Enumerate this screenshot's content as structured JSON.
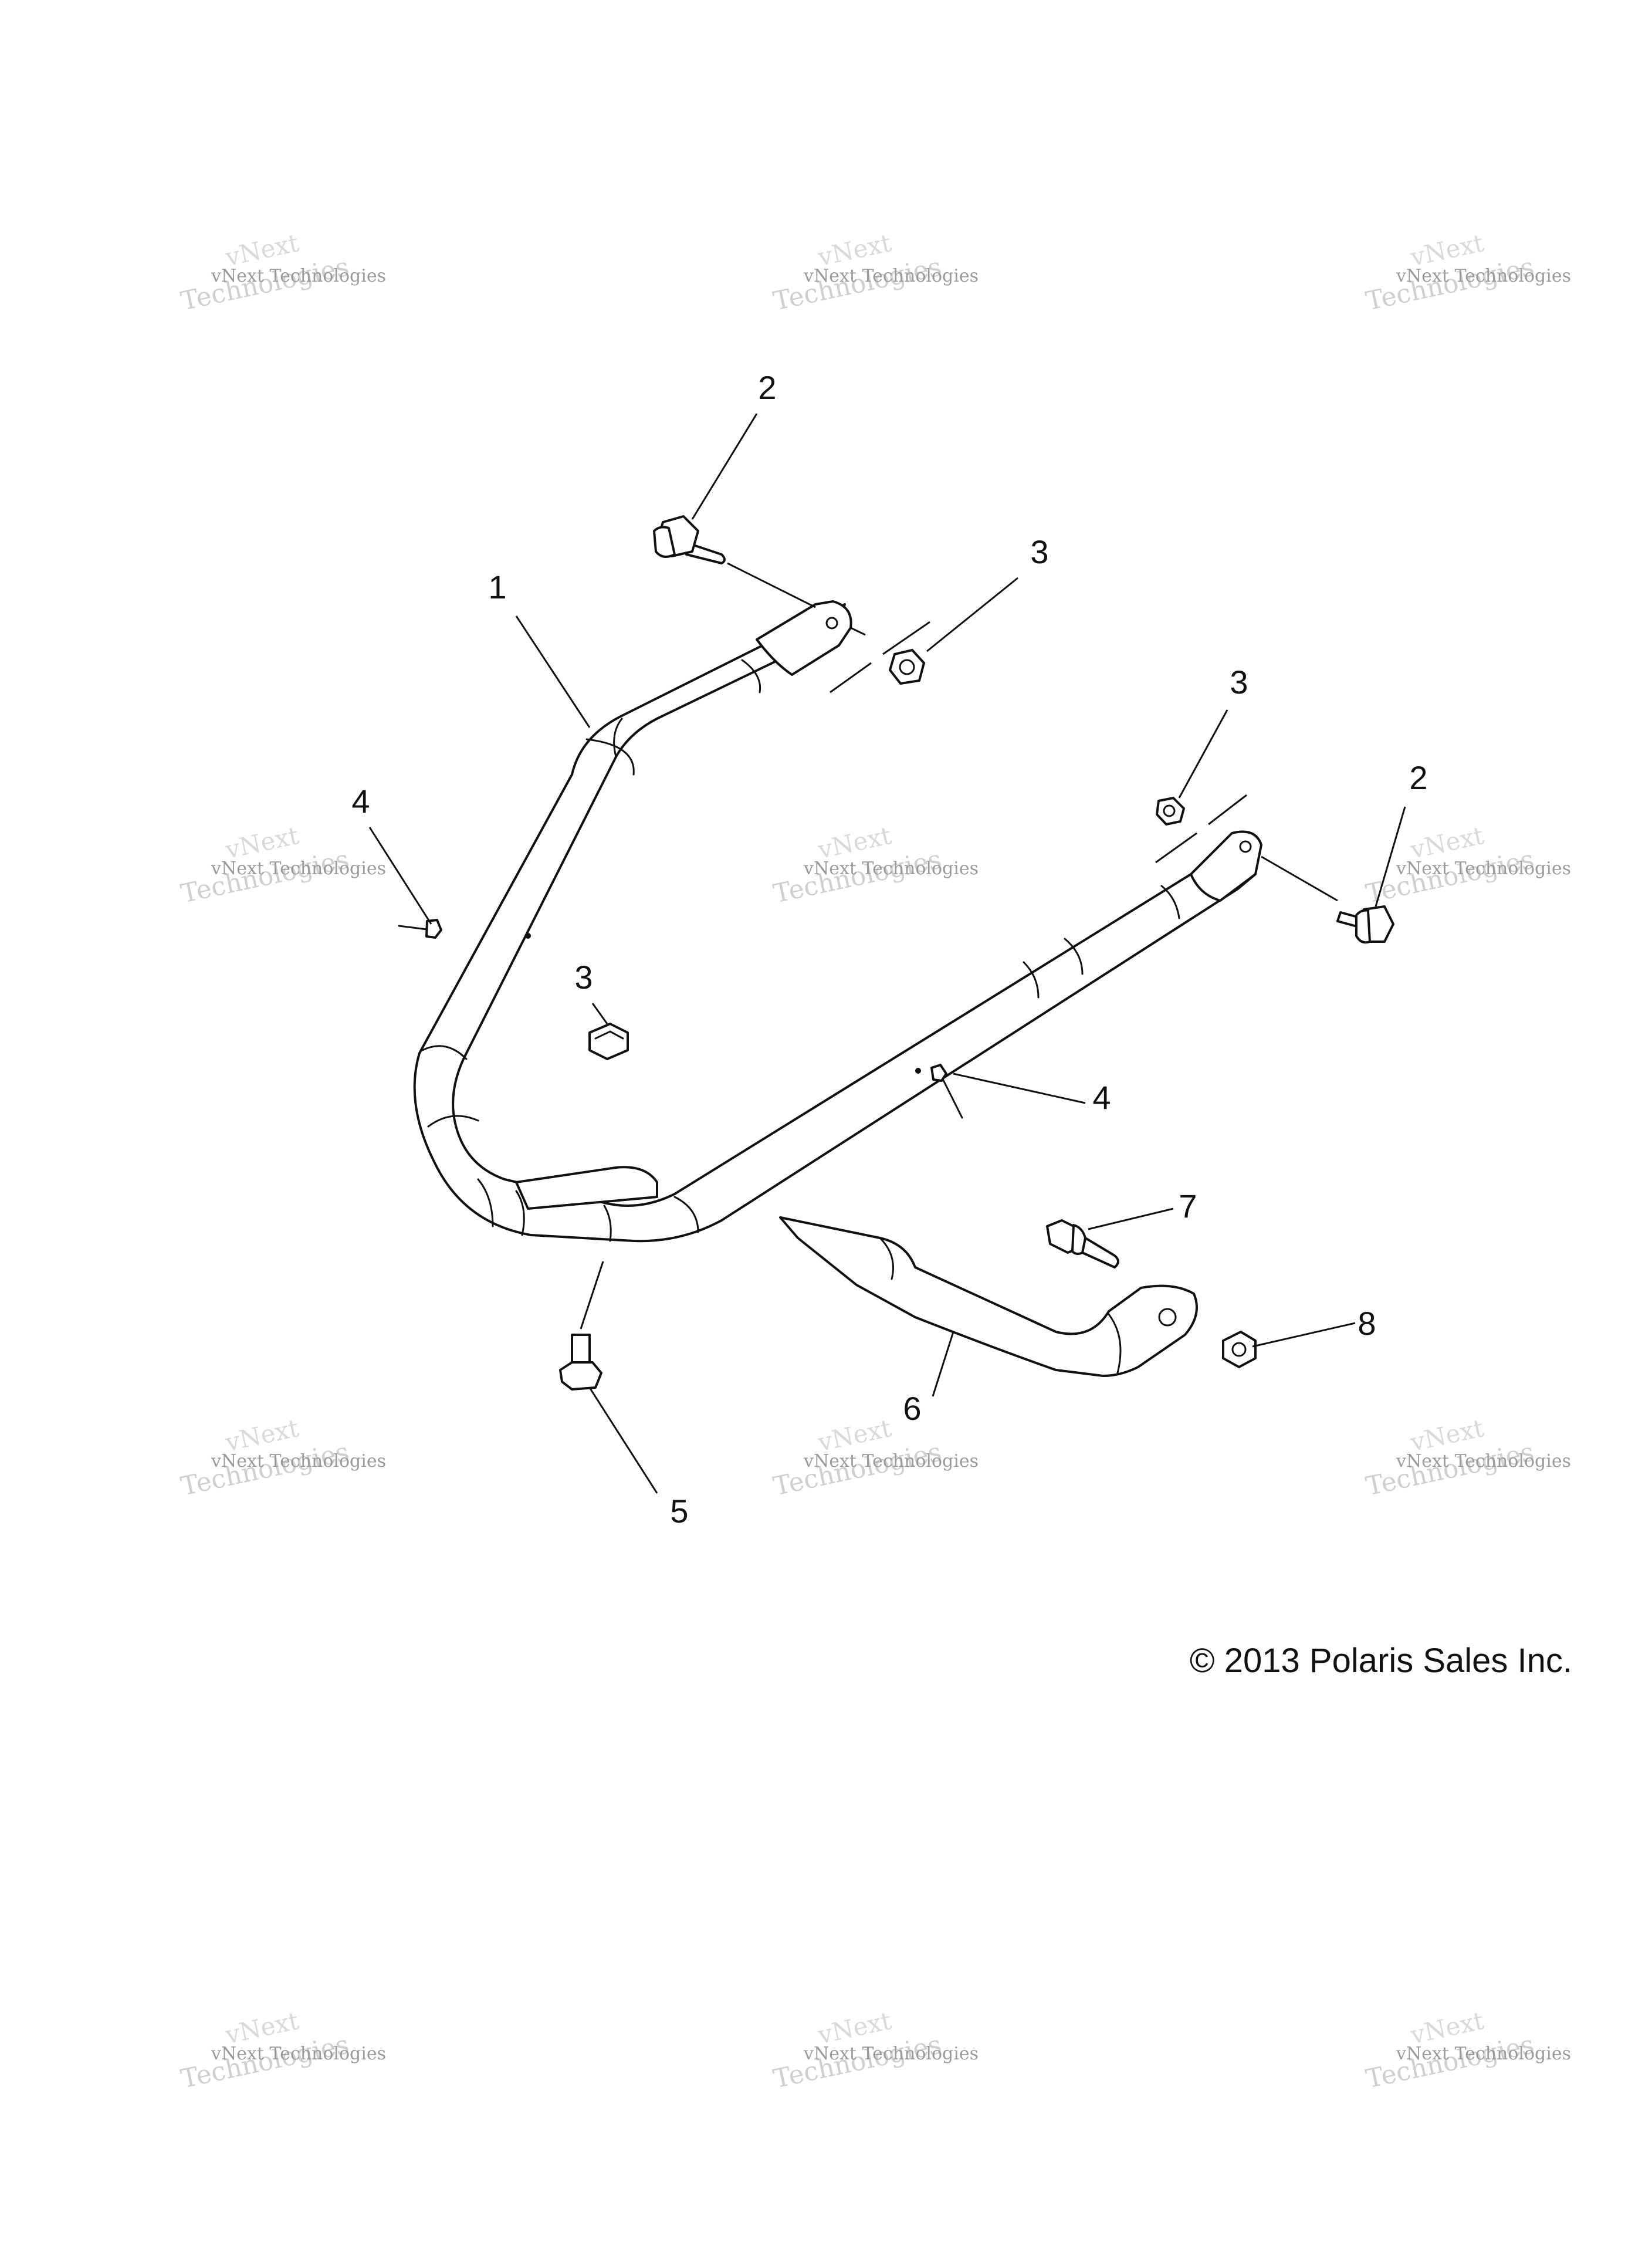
{
  "diagram": {
    "watermark": {
      "line1": "vNext Technologies",
      "line2": "vNext",
      "line3": "Technologies"
    },
    "callouts": {
      "c1": "1",
      "c2a": "2",
      "c2b": "2",
      "c3a": "3",
      "c3b": "3",
      "c3c": "3",
      "c4a": "4",
      "c4b": "4",
      "c5": "5",
      "c6": "6",
      "c7": "7",
      "c8": "8"
    },
    "copyright": "© 2013 Polaris Sales Inc."
  }
}
